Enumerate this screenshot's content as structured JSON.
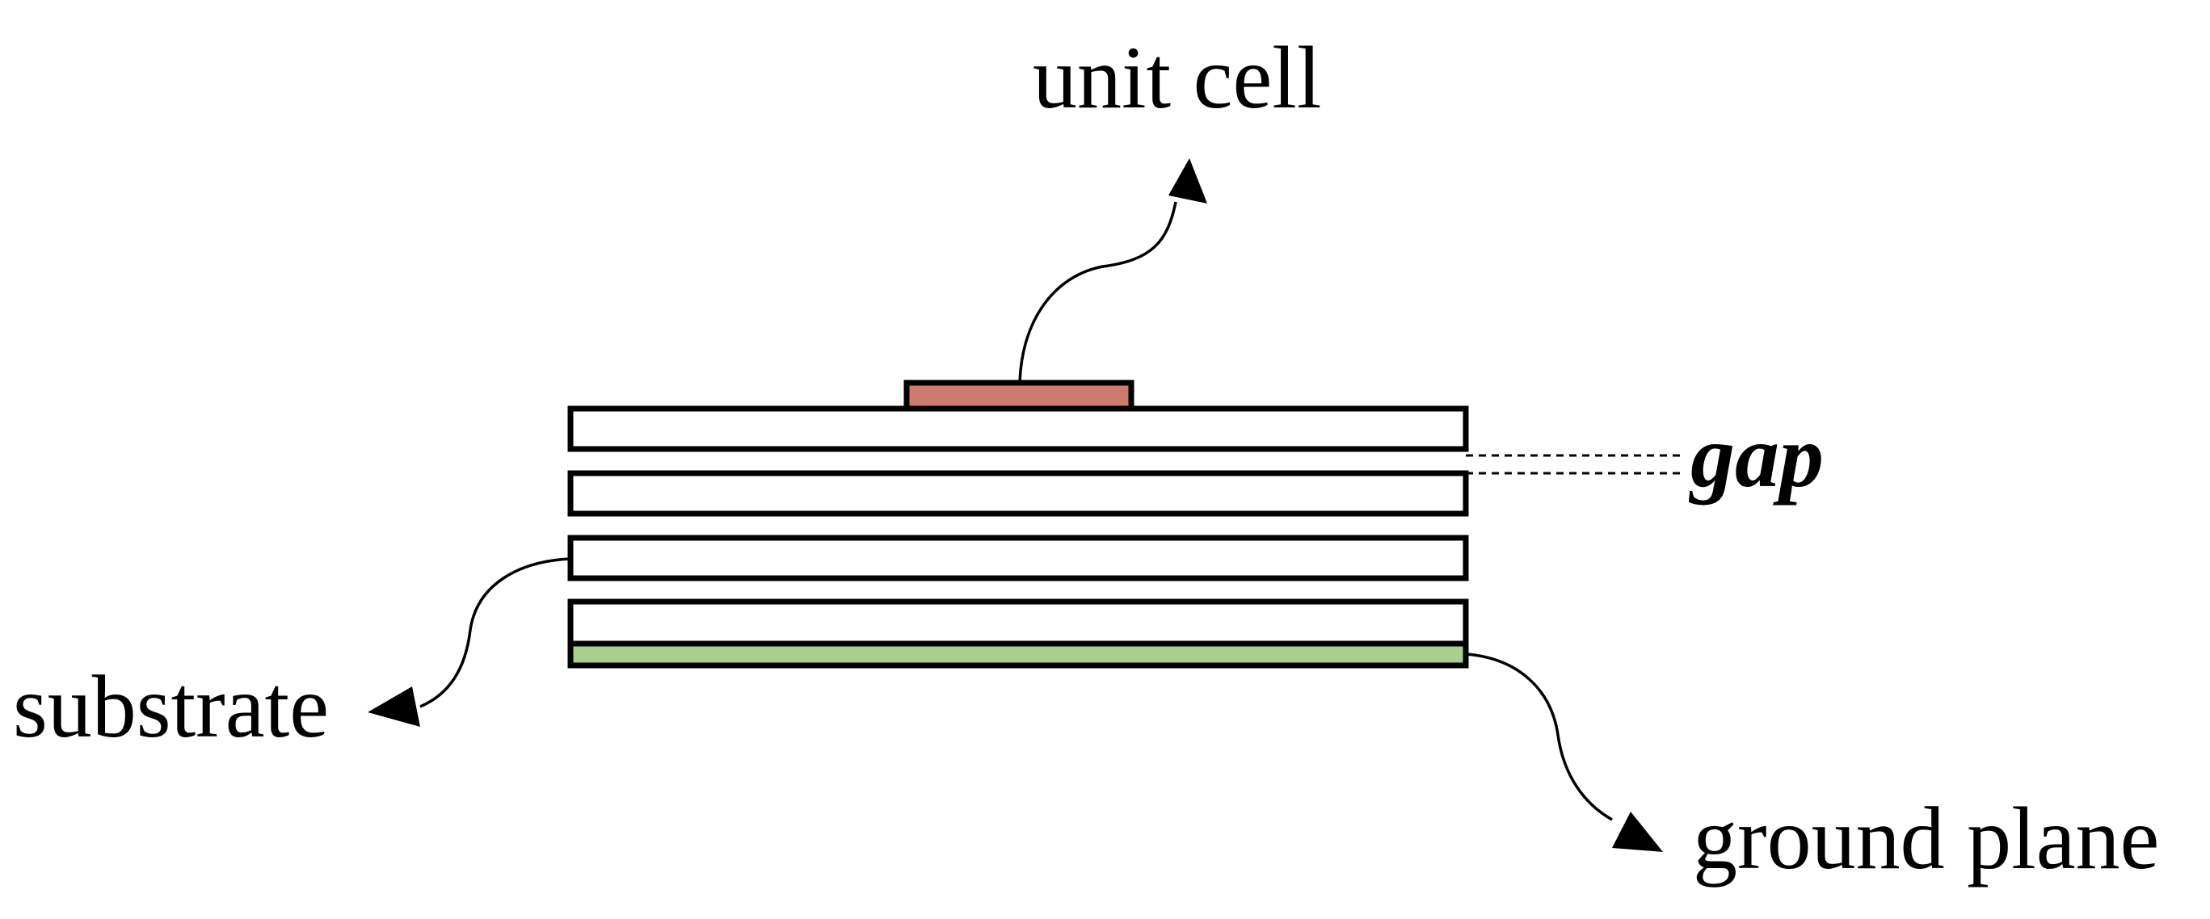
{
  "labels": {
    "unit_cell": "unit cell",
    "gap": "gap",
    "substrate": "substrate",
    "ground_plane": "ground plane"
  },
  "colors": {
    "unit_cell_fill": "#cd7b6f",
    "ground_plane_fill": "#a8d08d",
    "substrate_fill": "#ffffff",
    "outline": "#000000"
  },
  "substrate_layer_count": 4
}
